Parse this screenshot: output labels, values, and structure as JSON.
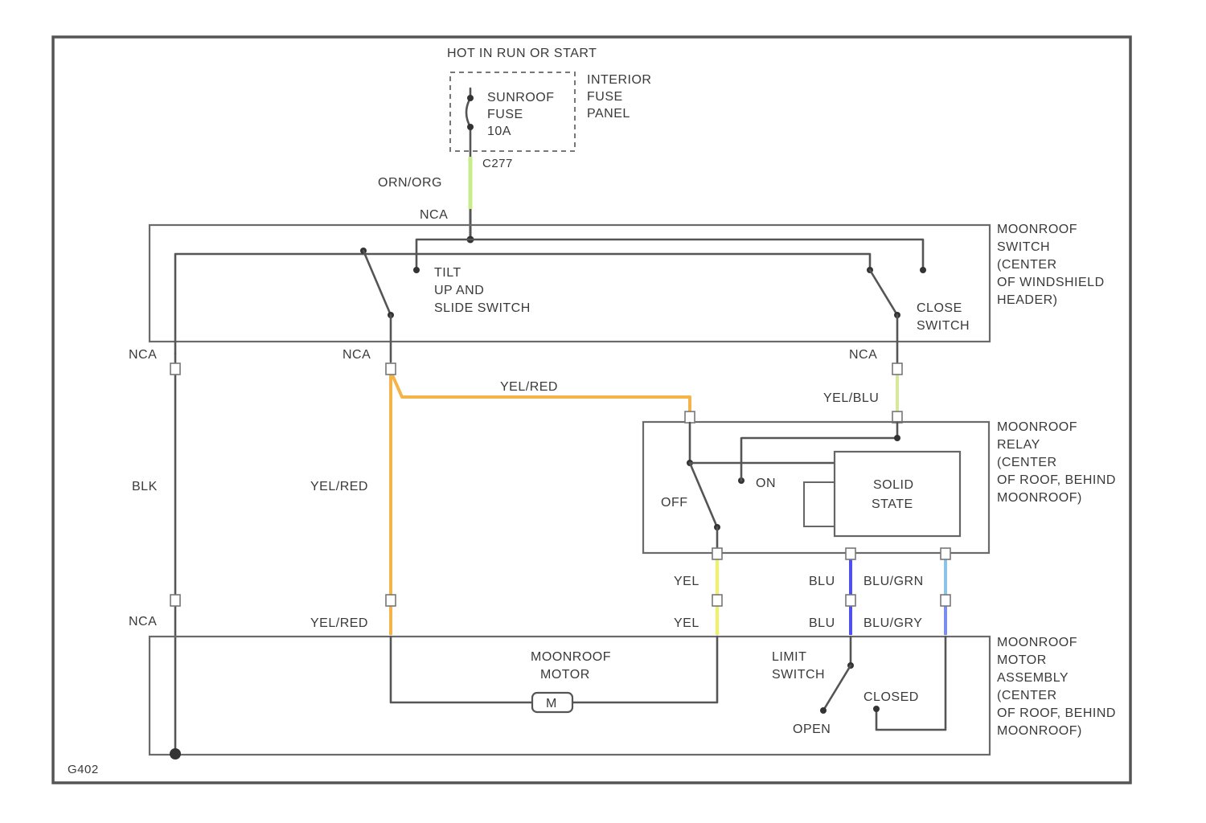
{
  "labels": {
    "hot_in": "HOT IN RUN OR START",
    "fuse_line1": "SUNROOF",
    "fuse_line2": "FUSE",
    "fuse_line3": "10A",
    "fuse_panel_line1": "INTERIOR",
    "fuse_panel_line2": "FUSE",
    "fuse_panel_line3": "PANEL",
    "c_fuse": "C277",
    "wire_orn": "ORN/ORG",
    "conn_top": "NCA",
    "switch_name1": "MOONROOF",
    "switch_name2": "SWITCH",
    "switch_name3": "(CENTER",
    "switch_name4": "OF WINDSHIELD",
    "switch_name5": "HEADER)",
    "tilt1": "TILT",
    "tilt2": "UP AND",
    "tilt3": "SLIDE SWITCH",
    "close1": "CLOSE",
    "close2": "SWITCH",
    "nca_left": "NCA",
    "nca_mid": "NCA",
    "nca_right": "NCA",
    "wire_yelred_top": "YEL/RED",
    "wire_yelblu": "YEL/BLU",
    "relay_name1": "MOONROOF",
    "relay_name2": "RELAY",
    "relay_name3": "(CENTER",
    "relay_name4": "OF ROOF, BEHIND",
    "relay_name5": "MOONROOF)",
    "on": "ON",
    "off": "OFF",
    "solid1": "SOLID",
    "solid2": "STATE",
    "wire_blk": "BLK",
    "wire_yelred_mid": "YEL/RED",
    "wire_yel_top": "YEL",
    "wire_blu_top": "BLU",
    "wire_blugrn_top": "BLU/GRN",
    "nca_bottom": "NCA",
    "wire_yelred_bot": "YEL/RED",
    "wire_yel_bot": "YEL",
    "wire_blu_bot": "BLU",
    "wire_blugry_bot": "BLU/GRY",
    "motor1": "MOONROOF",
    "motor2": "MOTOR",
    "motor_symbol": "M",
    "limit1": "LIMIT",
    "limit2": "SWITCH",
    "closed": "CLOSED",
    "open": "OPEN",
    "assy1": "MOONROOF",
    "assy2": "MOTOR",
    "assy3": "ASSEMBLY",
    "assy4": "(CENTER",
    "assy5": "OF ROOF, BEHIND",
    "assy6": "MOONROOF)",
    "ground": "G402"
  },
  "colors": {
    "wire_yel_red": "#f4b44a",
    "wire_yel": "#eef075",
    "wire_yel_blu": "#d6e89a",
    "wire_orn_org": "#c7ec8a",
    "wire_blu": "#5050ee",
    "wire_blu_grn": "#8cc4e8",
    "wire_blu_gry": "#7a8ef0"
  }
}
